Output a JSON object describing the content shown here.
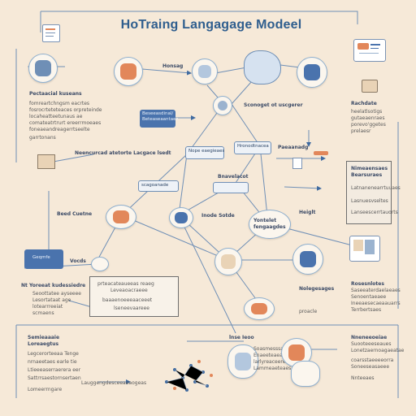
{
  "title": "HoTraing Langagage Modeel",
  "labels": {
    "honsag": "Honsag",
    "top_left_header": "Pectaacial kuseans",
    "top_left_lines": [
      "fomreartchngsm eacrtes",
      "fosrocrteteteaces orpreteinde",
      "locaheatteetunaus ae",
      "comateatrtrurt ereerrmoeaes",
      "foneaeandreagerrtseelte",
      "garrtonans"
    ],
    "blue_box_1": "Beseeasdinal/ Beteaseaantaes",
    "mid_header": "Sconoget ot uscgerer",
    "right_header": "Rachdate",
    "right_lines": [
      "heelatlsotigs",
      "gutaeaenraes",
      "porevo'ggetes",
      "prelaesr"
    ],
    "left_mid": "Neencurcad atetorte Lacgace lsedt",
    "center_box_a": "Nope eaegieaes",
    "center_box_b": "Hronodtnacea",
    "prompt_label": "Paeaanadg",
    "center_left": "scagoanade",
    "center_right": "Bnavelacot",
    "right_box_header": "Nimeaensaes",
    "right_box_sub": "Bearsuraes",
    "right_box_lines": [
      "Latnanenearrtuuaes",
      "Lasnuesvseltes",
      "Lanseescerrtauorts"
    ],
    "heiglt": "Heiglt",
    "left_small": "Beed Cuetne",
    "nod_lolde": "Inode Sotde",
    "node_right": "Yontelet fengaagdes",
    "left_blue_box": "Geqmfe",
    "left_label": "Vocds",
    "left_low_header": "Nt Yoreeat kudessiedre",
    "left_low_lines": [
      "Seoottatee ayseeee",
      "Lesortataat age",
      "lotearrreeiat",
      "scmaens"
    ],
    "center_panel_lines": [
      "prteacateaueeas reaeg",
      "Leveaoacraeee",
      "baaaenoeeeaaceeet",
      "lseneevaareee"
    ],
    "mid_right_label": "Nolegesages",
    "right_low_header": "Rosesnlotes",
    "right_low_lines": [
      "Saseeaterdaelaeaes",
      "Senoentaeaee",
      "Ineeaesecaeaauarrs",
      "Terrbertsaes"
    ],
    "produ": "proacle",
    "bottom_left_header": "Semieaaaie",
    "bottom_left_sub": "Loreaegtus",
    "bottom_left_lines": [
      "Legcerorteeaa Tenge",
      "nrnaeetaes earle tie",
      "Ltieeeaserraerera eer",
      "Sattrrsaestornsertaen"
    ],
    "bottom_small": "Lomeerrngare",
    "bottom_center": "Lauggengdesceeaeaogeas",
    "bottom_mid_label": "lnse Ieoo",
    "bottom_mid_lines": [
      "Soasmesssaoene",
      "Enaeeteaeaes",
      "larlyreaceeres",
      "Lammeaeteaes"
    ],
    "bottom_right_header": "Nneneeoeiae",
    "bottom_right_lines": [
      "Suooteeeseaues",
      "Lonetzaernoagaeatae",
      "coarsstaeeeeorra",
      "Soneeseasaeee",
      "Nnteeaes"
    ]
  },
  "colors": {
    "background": "#f6e9d8",
    "accent_blue": "#4a73ad",
    "line_blue": "#6f8fb6",
    "title_blue": "#2f5e8e",
    "accent_orange": "#e2875a"
  },
  "icons": [
    "document-icon",
    "robot-head-icon",
    "monitor-icon",
    "laptop-icon",
    "person-icon",
    "gear-icon",
    "network-icon",
    "folder-icon"
  ]
}
